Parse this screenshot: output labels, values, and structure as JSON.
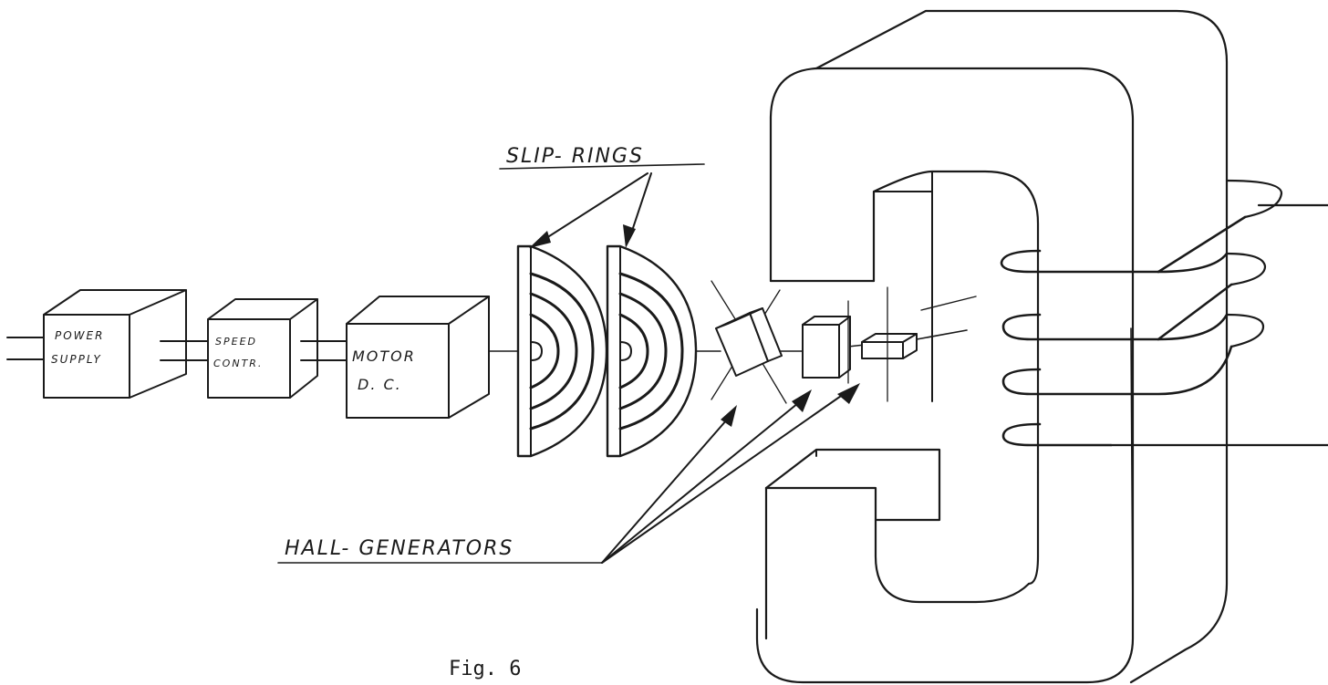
{
  "labels": {
    "power_supply_line1": "POWER",
    "power_supply_line2": "SUPPLY",
    "speed_control_line1": "SPEED",
    "speed_control_line2": "CONTR.",
    "motor_line1": "MOTOR",
    "motor_line2": "D. C.",
    "slip_rings": "SLIP- RINGS",
    "hall_generators": "HALL- GENERATORS"
  },
  "caption": "Fig. 6"
}
